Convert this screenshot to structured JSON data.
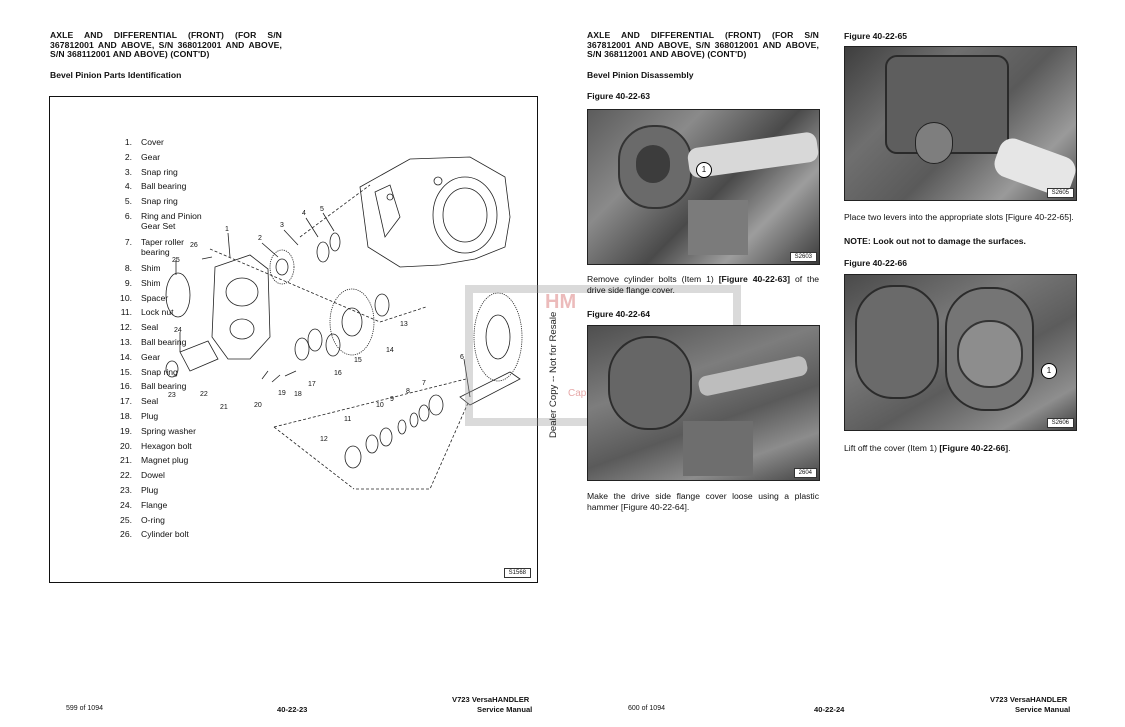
{
  "left_page": {
    "heading": "AXLE AND DIFFERENTIAL (FRONT) (FOR S/N 367812001 AND ABOVE, S/N 368012001 AND ABOVE, S/N 368112001 AND ABOVE) (CONT'D)",
    "subheading": "Bevel Pinion Parts Identification",
    "figure_code": "S1568",
    "parts": [
      {
        "n": "1.",
        "label": "Cover"
      },
      {
        "n": "2.",
        "label": "Gear"
      },
      {
        "n": "3.",
        "label": "Snap ring"
      },
      {
        "n": "4.",
        "label": "Ball bearing"
      },
      {
        "n": "5.",
        "label": "Snap ring"
      },
      {
        "n": "6.",
        "label": "Ring and Pinion Gear Set"
      },
      {
        "n": "7.",
        "label": "Taper roller bearing"
      },
      {
        "n": "8.",
        "label": "Shim"
      },
      {
        "n": "9.",
        "label": "Shim"
      },
      {
        "n": "10.",
        "label": "Spacer"
      },
      {
        "n": "11.",
        "label": "Lock nut"
      },
      {
        "n": "12.",
        "label": "Seal"
      },
      {
        "n": "13.",
        "label": "Ball bearing"
      },
      {
        "n": "14.",
        "label": "Gear"
      },
      {
        "n": "15.",
        "label": "Snap ring"
      },
      {
        "n": "16.",
        "label": "Ball bearing"
      },
      {
        "n": "17.",
        "label": "Seal"
      },
      {
        "n": "18.",
        "label": "Plug"
      },
      {
        "n": "19.",
        "label": "Spring washer"
      },
      {
        "n": "20.",
        "label": "Hexagon bolt"
      },
      {
        "n": "21.",
        "label": "Magnet plug"
      },
      {
        "n": "22.",
        "label": "Dowel"
      },
      {
        "n": "23.",
        "label": "Plug"
      },
      {
        "n": "24.",
        "label": "Flange"
      },
      {
        "n": "25.",
        "label": "O-ring"
      },
      {
        "n": "26.",
        "label": "Cylinder bolt"
      }
    ],
    "footer": {
      "page_of": "599 of 1094",
      "page_num": "40-22-23",
      "model": "V723 VersaHANDLER",
      "manual": "Service Manual"
    }
  },
  "right_page": {
    "heading": "AXLE AND DIFFERENTIAL (FRONT) (FOR S/N 367812001 AND ABOVE, S/N 368012001 AND ABOVE, S/N 368112001 AND ABOVE) (CONT'D)",
    "subheading": "Bevel Pinion Disassembly",
    "fig63": {
      "title": "Figure 40-22-63",
      "code": "S2603",
      "callout": "1"
    },
    "text63_a": "Remove cylinder bolts (Item 1) ",
    "text63_b": "[Figure 40-22-63]",
    "text63_c": " of the drive side flange cover.",
    "fig64": {
      "title": "Figure 40-22-64",
      "code": "2604"
    },
    "text64": "Make the drive side flange cover loose using a plastic hammer [Figure 40-22-64].",
    "fig65": {
      "title": "Figure 40-22-65",
      "code": "S2605"
    },
    "text65": "Place two levers into the appropriate slots [Figure 40-22-65].",
    "note": "NOTE:  Look out not to damage the surfaces.",
    "fig66": {
      "title": "Figure 40-22-66",
      "code": "S2606",
      "callout": "1"
    },
    "text66_a": "Lift off the cover (Item 1) ",
    "text66_b": "[Figure 40-22-66]",
    "text66_c": ".",
    "footer": {
      "page_of": "600 of 1094",
      "page_num": "40-22-24",
      "model": "V723 VersaHANDLER",
      "manual": "Service Manual"
    }
  },
  "watermark": {
    "vertical": "Dealer Copy -- Not for Resale",
    "brand": "HM",
    "stamp": "Cap Rest"
  }
}
